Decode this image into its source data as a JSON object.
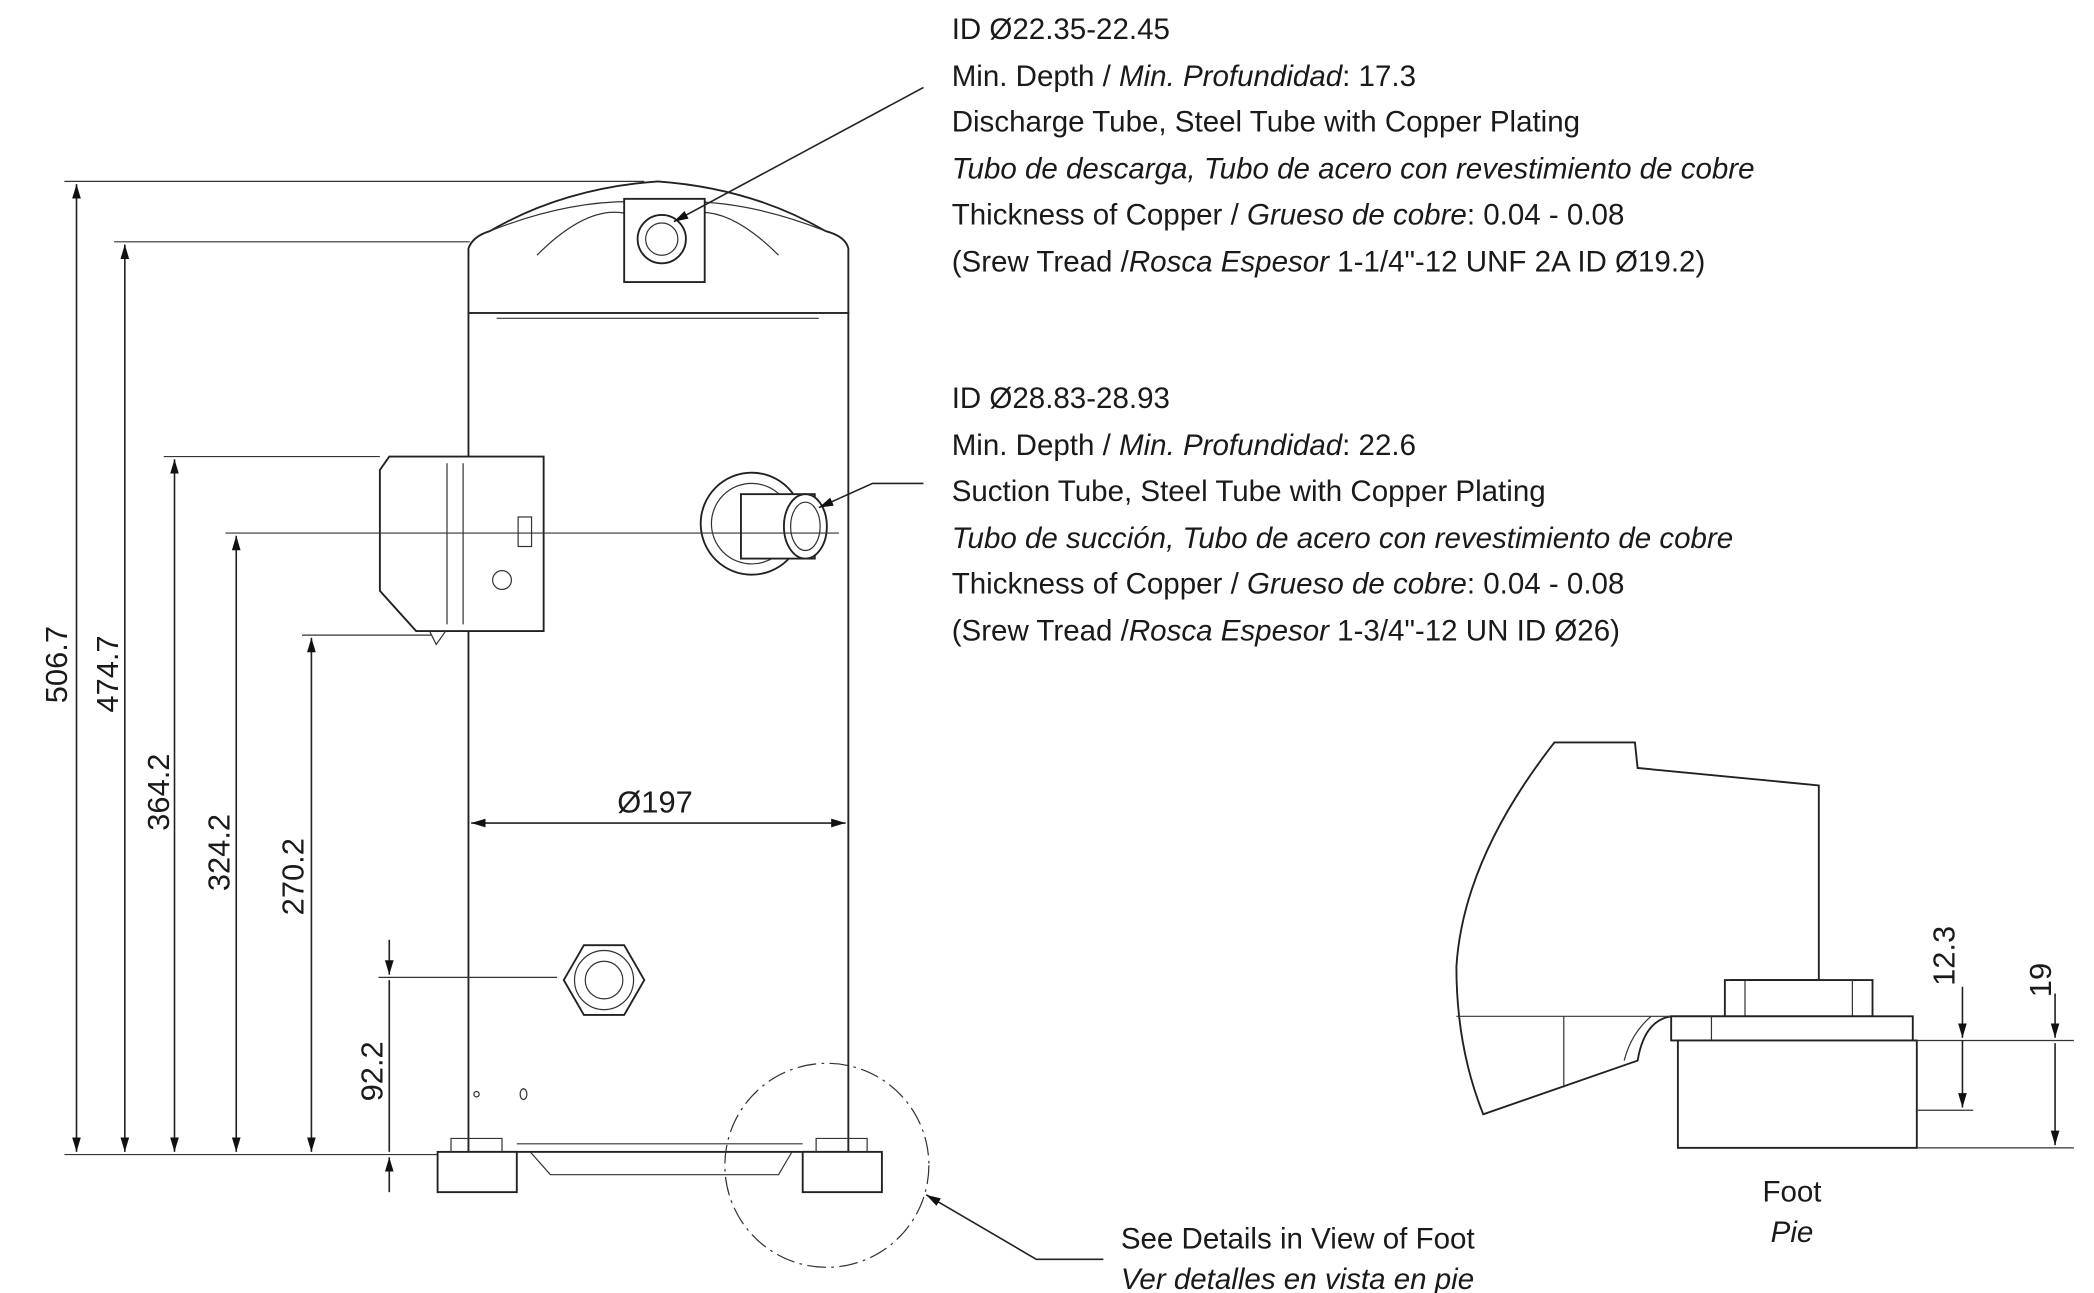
{
  "discharge_note": {
    "id": "ID Ø22.35-22.45",
    "depth_label": "Min. Depth / ",
    "depth_label_es": "Min. Profundidad",
    "depth_value": ": 17.3",
    "tube": "Discharge Tube, Steel Tube with Copper Plating",
    "tube_es": "Tubo de descarga, Tubo de acero con revestimiento de cobre",
    "thickness_label": "Thickness of Copper / ",
    "thickness_label_es": "Grueso de cobre",
    "thickness_value": ": 0.04 - 0.08",
    "thread_open": "(Srew Tread /",
    "thread_es": "Rosca Espesor",
    "thread_value": " 1-1/4\"-12 UNF 2A ID Ø19.2)"
  },
  "suction_note": {
    "id": "ID Ø28.83-28.93",
    "depth_label": "Min. Depth / ",
    "depth_label_es": "Min. Profundidad",
    "depth_value": ": 22.6",
    "tube": "Suction Tube, Steel Tube with Copper Plating",
    "tube_es": "Tubo de succión, Tubo de acero con revestimiento de cobre",
    "thickness_label": "Thickness of Copper / ",
    "thickness_label_es": "Grueso de cobre",
    "thickness_value": ": 0.04 - 0.08",
    "thread_open": "(Srew Tread /",
    "thread_es": "Rosca Espesor",
    "thread_value": " 1-3/4\"-12 UN ID Ø26)"
  },
  "dimensions": {
    "overall_height": "506.7",
    "cap_height": "474.7",
    "terminal_top": "364.2",
    "suction_height": "324.2",
    "terminal_bottom": "270.2",
    "oil_port_height": "92.2",
    "diameter": "Ø197",
    "foot_12": "12.3",
    "foot_19": "19"
  },
  "foot_note": {
    "see": "See Details in View of Foot",
    "see_es": "Ver detalles en vista en pie"
  },
  "foot_view": {
    "title": "Foot",
    "title_es": "Pie"
  }
}
